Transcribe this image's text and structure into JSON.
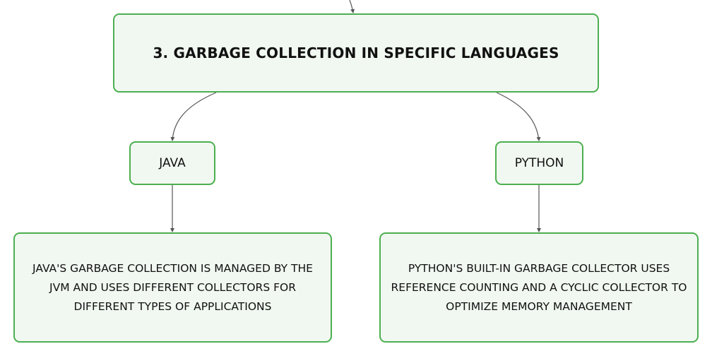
{
  "diagram": {
    "root": {
      "label": "3. GARBAGE COLLECTION IN SPECIFIC LANGUAGES"
    },
    "branches": [
      {
        "label": "JAVA",
        "description": "JAVA'S GARBAGE COLLECTION IS MANAGED BY THE JVM AND USES DIFFERENT COLLECTORS FOR DIFFERENT TYPES OF APPLICATIONS"
      },
      {
        "label": "PYTHON",
        "description": "PYTHON'S BUILT-IN GARBAGE COLLECTOR USES REFERENCE COUNTING AND A CYCLIC COLLECTOR TO OPTIMIZE MEMORY MANAGEMENT"
      }
    ],
    "colors": {
      "node_border": "#4caf50",
      "node_fill": "#f1f8f1",
      "edge": "#555555",
      "text": "#111111"
    }
  }
}
